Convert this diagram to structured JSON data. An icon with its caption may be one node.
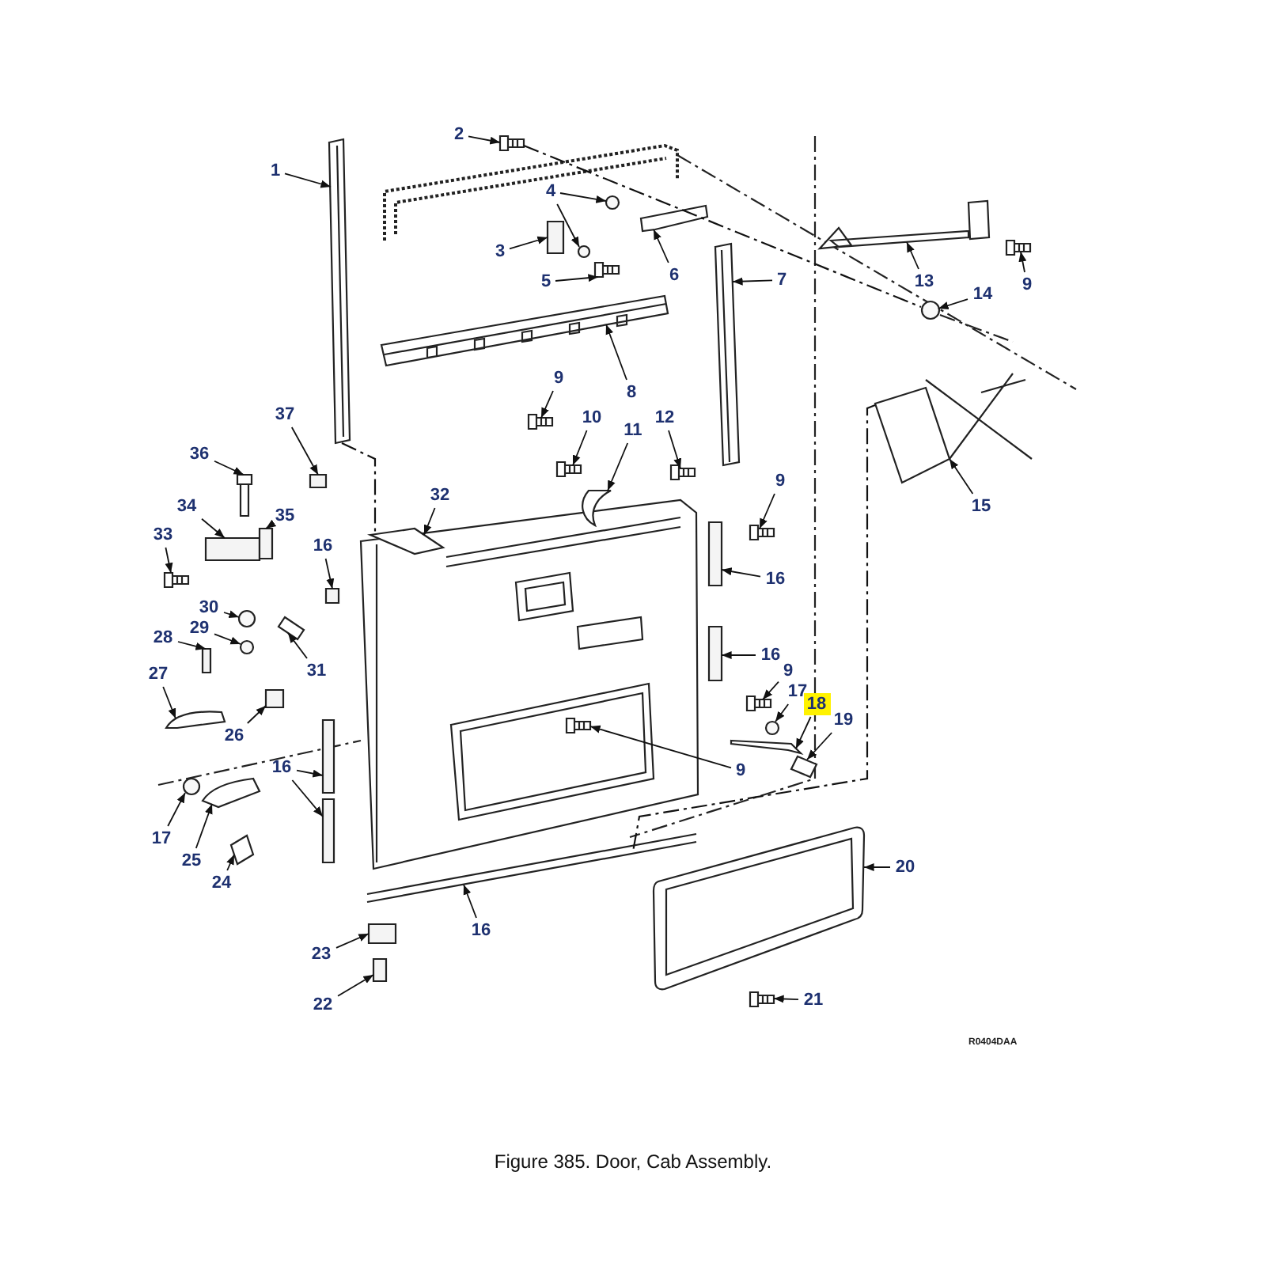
{
  "diagram": {
    "caption": "Figure 385. Door, Cab Assembly.",
    "nodes": [
      {
        "text": [
          "2"
        ]
      },
      {
        "text": [
          "1"
        ]
      },
      {
        "text": [
          "4"
        ]
      },
      {
        "text": [
          "3"
        ]
      },
      {
        "text": [
          "6"
        ]
      },
      {
        "text": [
          "7"
        ]
      },
      {
        "text": [
          "13"
        ]
      },
      {
        "text": [
          "9"
        ]
      },
      {
        "text": [
          "5"
        ]
      },
      {
        "text": [
          "14"
        ]
      },
      {
        "text": [
          "9"
        ]
      },
      {
        "text": [
          "8"
        ]
      },
      {
        "text": [
          "10"
        ]
      },
      {
        "text": [
          "12"
        ]
      },
      {
        "text": [
          "37"
        ]
      },
      {
        "text": [
          "11"
        ]
      },
      {
        "text": [
          "36"
        ]
      },
      {
        "text": [
          "9"
        ]
      },
      {
        "text": [
          "32"
        ]
      },
      {
        "text": [
          "34"
        ]
      },
      {
        "text": [
          "35"
        ]
      },
      {
        "text": [
          "15"
        ]
      },
      {
        "text": [
          "33"
        ]
      },
      {
        "text": [
          "16"
        ]
      },
      {
        "text": [
          "16"
        ]
      },
      {
        "text": [
          "30"
        ]
      },
      {
        "text": [
          "29"
        ]
      },
      {
        "text": [
          "28"
        ]
      },
      {
        "text": [
          "16"
        ]
      },
      {
        "text": [
          "31"
        ]
      },
      {
        "text": [
          "27"
        ]
      },
      {
        "text": [
          "9"
        ]
      },
      {
        "text": [
          "17"
        ]
      },
      {
        "text": [
          "18"
        ]
      },
      {
        "text": [
          "19"
        ]
      },
      {
        "text": [
          "26"
        ]
      },
      {
        "text": [
          "16"
        ]
      },
      {
        "text": [
          "9"
        ]
      },
      {
        "text": [
          "17"
        ]
      },
      {
        "text": [
          "25"
        ]
      },
      {
        "text": [
          "20"
        ]
      },
      {
        "text": [
          "24"
        ]
      },
      {
        "text": [
          "16"
        ]
      },
      {
        "text": [
          "23"
        ]
      },
      {
        "text": [
          "21"
        ]
      },
      {
        "text": [
          "22"
        ]
      },
      {
        "text": [],
        "shape": "picture"
      },
      {
        "text": [],
        "shape": "picture"
      },
      {
        "text": [],
        "shape": "circle"
      },
      {
        "text": [],
        "shape": "circle"
      },
      {
        "text": [],
        "shape": "box"
      },
      {
        "text": [],
        "shape": "picture"
      },
      {
        "text": [],
        "shape": "picture"
      },
      {
        "text": [],
        "shape": "picture"
      },
      {
        "text": [],
        "shape": "picture"
      },
      {
        "text": [],
        "shape": "picture"
      },
      {
        "text": [],
        "shape": "circle"
      },
      {
        "text": [],
        "shape": "picture"
      },
      {
        "text": [],
        "shape": "picture"
      },
      {
        "text": [],
        "shape": "picture"
      },
      {
        "text": [],
        "shape": "picture"
      },
      {
        "text": [],
        "shape": "box"
      },
      {
        "text": [],
        "shape": "picture"
      },
      {
        "text": [],
        "shape": "picture"
      },
      {
        "text": [],
        "shape": "picture"
      },
      {
        "text": [],
        "shape": "picture"
      },
      {
        "text": [],
        "shape": "box"
      },
      {
        "text": [],
        "shape": "box"
      },
      {
        "text": [],
        "shape": "picture"
      },
      {
        "text": [],
        "shape": "picture"
      },
      {
        "text": [],
        "shape": "box"
      },
      {
        "text": [],
        "shape": "box"
      },
      {
        "text": [],
        "shape": "circle"
      },
      {
        "text": [],
        "shape": "circle"
      },
      {
        "text": [],
        "shape": "box"
      },
      {
        "text": [],
        "shape": "box"
      },
      {
        "text": [],
        "shape": "picture"
      },
      {
        "text": [],
        "shape": "picture"
      },
      {
        "text": [],
        "shape": "picture"
      },
      {
        "text": [],
        "shape": "circle"
      },
      {
        "text": [],
        "shape": "picture"
      },
      {
        "text": [],
        "shape": "picture"
      },
      {
        "text": [],
        "shape": "box"
      },
      {
        "text": [],
        "shape": "box"
      },
      {
        "text": [],
        "shape": "box"
      },
      {
        "text": [],
        "shape": "picture"
      },
      {
        "text": [],
        "shape": "circle"
      },
      {
        "text": [],
        "shape": "picture"
      },
      {
        "text": [],
        "shape": "picture"
      },
      {
        "text": [],
        "shape": "picture"
      },
      {
        "text": [],
        "shape": "picture"
      },
      {
        "text": [],
        "shape": "box"
      },
      {
        "text": [],
        "shape": "picture"
      },
      {
        "text": [],
        "shape": "box"
      }
    ],
    "edges": [
      {
        "from": 0,
        "to": 46,
        "arrow": "to"
      },
      {
        "from": 1,
        "to": 47,
        "arrow": "to"
      },
      {
        "from": 2,
        "to": 48,
        "arrow": "to"
      },
      {
        "from": 2,
        "to": 49,
        "arrow": "to"
      },
      {
        "from": 3,
        "to": 50,
        "arrow": "to"
      },
      {
        "from": 4,
        "to": 51,
        "arrow": "to"
      },
      {
        "from": 5,
        "to": 52,
        "arrow": "to"
      },
      {
        "from": 6,
        "to": 53,
        "arrow": "to"
      },
      {
        "from": 7,
        "to": 54,
        "arrow": "to"
      },
      {
        "from": 8,
        "to": 55,
        "arrow": "to"
      },
      {
        "from": 9,
        "to": 56,
        "arrow": "to"
      },
      {
        "from": 10,
        "to": 57,
        "arrow": "to"
      },
      {
        "from": 11,
        "to": 58,
        "arrow": "to"
      },
      {
        "from": 12,
        "to": 59,
        "arrow": "to"
      },
      {
        "from": 13,
        "to": 60,
        "arrow": "to"
      },
      {
        "from": 14,
        "to": 61,
        "arrow": "to"
      },
      {
        "from": 15,
        "to": 62,
        "arrow": "to"
      },
      {
        "from": 16,
        "to": 63,
        "arrow": "to"
      },
      {
        "from": 17,
        "to": 64,
        "arrow": "to"
      },
      {
        "from": 18,
        "to": 65,
        "arrow": "to"
      },
      {
        "from": 19,
        "to": 66,
        "arrow": "to"
      },
      {
        "from": 20,
        "to": 67,
        "arrow": "to"
      },
      {
        "from": 21,
        "to": 68,
        "arrow": "to"
      },
      {
        "from": 22,
        "to": 69,
        "arrow": "to"
      },
      {
        "from": 23,
        "to": 70,
        "arrow": "to"
      },
      {
        "from": 24,
        "to": 71,
        "arrow": "to"
      },
      {
        "from": 25,
        "to": 72,
        "arrow": "to"
      },
      {
        "from": 26,
        "to": 73,
        "arrow": "to"
      },
      {
        "from": 27,
        "to": 74,
        "arrow": "to"
      },
      {
        "from": 28,
        "to": 75,
        "arrow": "to"
      },
      {
        "from": 29,
        "to": 76,
        "arrow": "to"
      },
      {
        "from": 30,
        "to": 77,
        "arrow": "to"
      },
      {
        "from": 31,
        "to": 78,
        "arrow": "to"
      },
      {
        "from": 32,
        "to": 79,
        "arrow": "to"
      },
      {
        "from": 33,
        "to": 80,
        "arrow": "to"
      },
      {
        "from": 34,
        "to": 81,
        "arrow": "to"
      },
      {
        "from": 35,
        "to": 82,
        "arrow": "to"
      },
      {
        "from": 36,
        "to": 83,
        "arrow": "to"
      },
      {
        "from": 36,
        "to": 84,
        "arrow": "to"
      },
      {
        "from": 37,
        "to": 85,
        "arrow": "to"
      },
      {
        "from": 38,
        "to": 86,
        "arrow": "to"
      },
      {
        "from": 39,
        "to": 87,
        "arrow": "to"
      },
      {
        "from": 40,
        "to": 88,
        "arrow": "to"
      },
      {
        "from": 41,
        "to": 89,
        "arrow": "to"
      },
      {
        "from": 42,
        "to": 90,
        "arrow": "to"
      },
      {
        "from": 43,
        "to": 91,
        "arrow": "to"
      },
      {
        "from": 44,
        "to": 92,
        "arrow": "to"
      },
      {
        "from": 45,
        "to": 93,
        "arrow": "to"
      },
      {
        "from": 47,
        "to": 65,
        "arrow": "none",
        "style": "dashed"
      },
      {
        "from": 46,
        "to": 56,
        "arrow": "none",
        "style": "dashed"
      },
      {
        "from": 68,
        "to": 90,
        "arrow": "none",
        "style": "dashed"
      }
    ],
    "labels": [
      "R0404DAA"
    ]
  }
}
